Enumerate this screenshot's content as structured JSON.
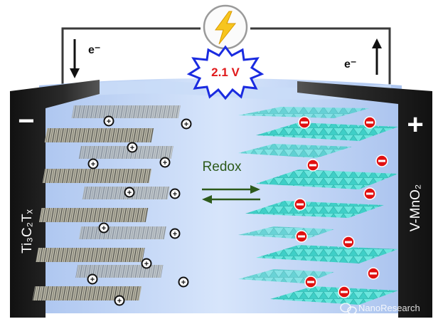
{
  "circuit": {
    "electron_left": "e⁻",
    "electron_right": "e⁻",
    "voltage": "2.1 V"
  },
  "electrodes": {
    "negative_sign": "−",
    "positive_sign": "+",
    "negative_label": "Ti₃C₂Tₓ",
    "positive_label": "V-MnO₂"
  },
  "reaction_label": "Redox",
  "watermark": "NanoResearch",
  "colors": {
    "electrolyte": "#b7cdf2",
    "electrode_dark": "#1d1d1d",
    "mxene_layer": "#8c8c82",
    "mno2_layer": "#5fe0d8",
    "anion_red": "#e01010",
    "voltage_red": "#e0191b",
    "burst_blue": "#1a2be0",
    "bolt_yellow": "#f7c51e",
    "arrow_green": "#2d5a1b",
    "redox_text": "#2d5a1b"
  }
}
